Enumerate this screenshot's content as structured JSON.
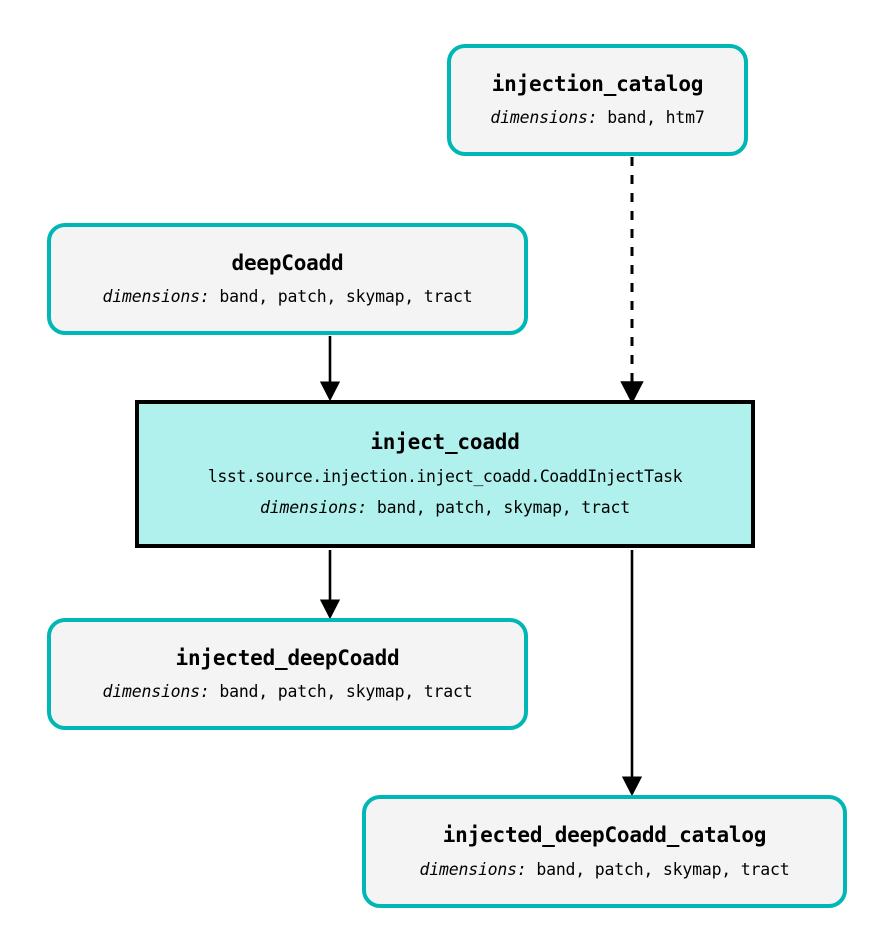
{
  "diagram": {
    "type": "pipeline-dag",
    "colors": {
      "dataset_border": "#00b7b5",
      "dataset_fill": "#f4f4f4",
      "task_border": "#000000",
      "task_fill": "#b0f1ed",
      "edge": "#000000",
      "background": "#ffffff"
    },
    "dims_label": "dimensions:",
    "nodes": [
      {
        "id": "injection_catalog",
        "kind": "dataset",
        "title": "injection_catalog",
        "dims": "band, htm7"
      },
      {
        "id": "deepCoadd",
        "kind": "dataset",
        "title": "deepCoadd",
        "dims": "band, patch, skymap, tract"
      },
      {
        "id": "inject_coadd",
        "kind": "task",
        "title": "inject_coadd",
        "class_path": "lsst.source.injection.inject_coadd.CoaddInjectTask",
        "dims": "band, patch, skymap, tract"
      },
      {
        "id": "injected_deepCoadd",
        "kind": "dataset",
        "title": "injected_deepCoadd",
        "dims": "band, patch, skymap, tract"
      },
      {
        "id": "injected_deepCoadd_catalog",
        "kind": "dataset",
        "title": "injected_deepCoadd_catalog",
        "dims": "band, patch, skymap, tract"
      }
    ],
    "edges": [
      {
        "id": "e1",
        "from": "injection_catalog",
        "to": "inject_coadd",
        "style": "dashed",
        "arrow": "filled-triangle"
      },
      {
        "id": "e2",
        "from": "deepCoadd",
        "to": "inject_coadd",
        "style": "solid",
        "arrow": "filled-triangle"
      },
      {
        "id": "e3",
        "from": "inject_coadd",
        "to": "injected_deepCoadd",
        "style": "solid",
        "arrow": "filled-triangle"
      },
      {
        "id": "e4",
        "from": "inject_coadd",
        "to": "injected_deepCoadd_catalog",
        "style": "solid",
        "arrow": "filled-triangle"
      }
    ]
  }
}
